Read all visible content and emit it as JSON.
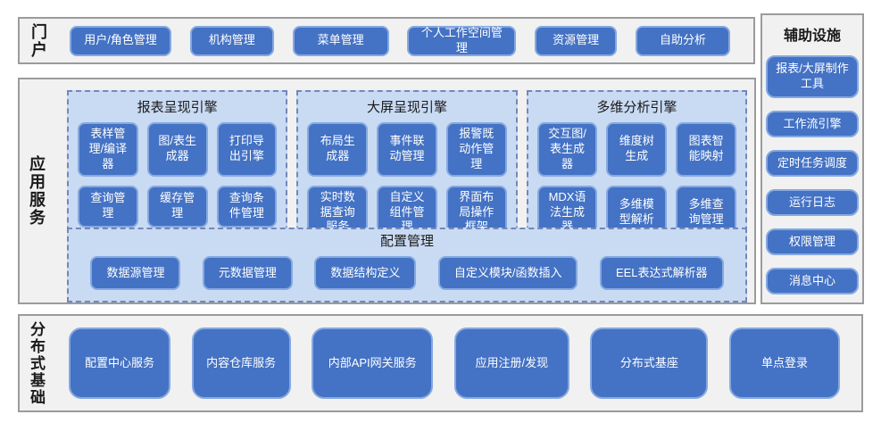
{
  "portal": {
    "label": "门户",
    "items": [
      "用户/角色管理",
      "机构管理",
      "菜单管理",
      "个人工作空间管理",
      "资源管理",
      "自助分析"
    ]
  },
  "app_services": {
    "label": "应用服务",
    "engines": [
      {
        "title": "报表呈现引擎",
        "items": [
          "表样管理/编译器",
          "图/表生成器",
          "打印导出引擎",
          "查询管理",
          "缓存管理",
          "查询条件管理"
        ]
      },
      {
        "title": "大屏呈现引擎",
        "items": [
          "布局生成器",
          "事件联动管理",
          "报警既动作管理",
          "实时数据查询服务",
          "自定义组件管理",
          "界面布局操作框架"
        ]
      },
      {
        "title": "多维分析引擎",
        "items": [
          "交互图/表生成器",
          "维度树生成",
          "图表智能映射",
          "MDX语法生成器",
          "多维模型解析",
          "多维查询管理"
        ]
      }
    ],
    "config": {
      "title": "配置管理",
      "items": [
        "数据源管理",
        "元数据管理",
        "数据结构定义",
        "自定义模块/函数插入",
        "EEL表达式解析器"
      ]
    }
  },
  "auxiliary": {
    "title": "辅助设施",
    "items": [
      "报表/大屏制作工具",
      "工作流引擎",
      "定时任务调度",
      "运行日志",
      "权限管理",
      "消息中心"
    ]
  },
  "foundation": {
    "label": "分布式基础",
    "items": [
      "配置中心服务",
      "内容仓库服务",
      "内部API网关服务",
      "应用注册/发现",
      "分布式基座",
      "单点登录"
    ]
  },
  "colors": {
    "node_fill": "#4472C4",
    "node_border": "#85A9E0",
    "panel_fill": "#C9DAF3",
    "panel_dashed_border": "#7388B9",
    "section_fill": "#F1F1F1",
    "section_border": "#9B9B9B",
    "node_text": "#FFFFFF",
    "label_text": "#1A1A1A"
  }
}
